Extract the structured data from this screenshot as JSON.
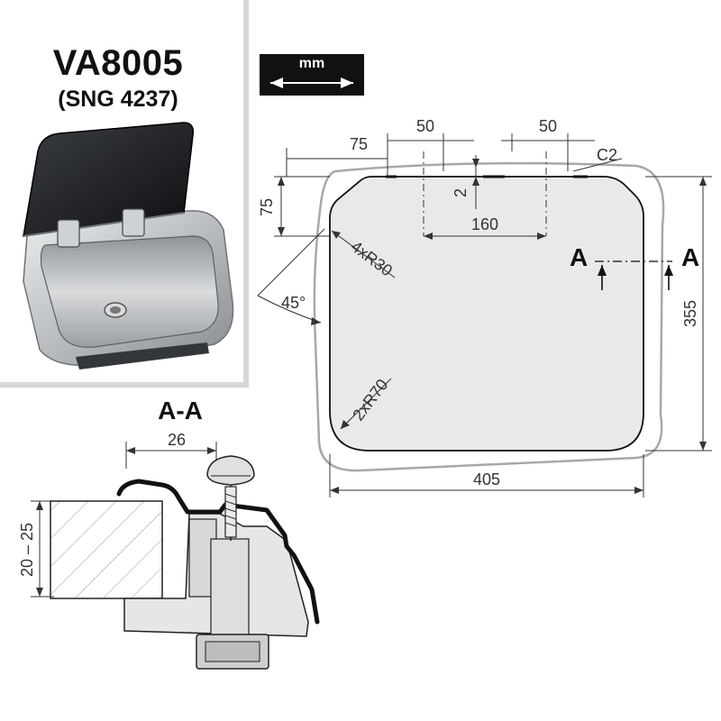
{
  "product": {
    "model": "VA8005",
    "code": "(SNG 4237)"
  },
  "units": {
    "label": "mm"
  },
  "plan_view": {
    "dims": {
      "left_offset": "75",
      "top_offset": "75",
      "notch_width_left": "50",
      "notch_width_right": "50",
      "chamfer": "C2",
      "notch_depth": "2",
      "notch_spacing": "160",
      "corner_radius_top": "4xR30",
      "angle": "45°",
      "corner_radius_bottom": "2xR70",
      "height": "355",
      "width": "405"
    },
    "section_marker": "A"
  },
  "section_view": {
    "title": "A-A",
    "dims": {
      "rim_width": "26",
      "worktop_thickness": "20 – 25"
    }
  },
  "colors": {
    "ink": "#111111",
    "line": "#333333",
    "cutout_outline": "#a8a8a8",
    "sink_fill": "#e9e9e9",
    "panel_border": "#d6d6d6",
    "lid": "#1c1e22",
    "steel": "#c6c8ca"
  }
}
